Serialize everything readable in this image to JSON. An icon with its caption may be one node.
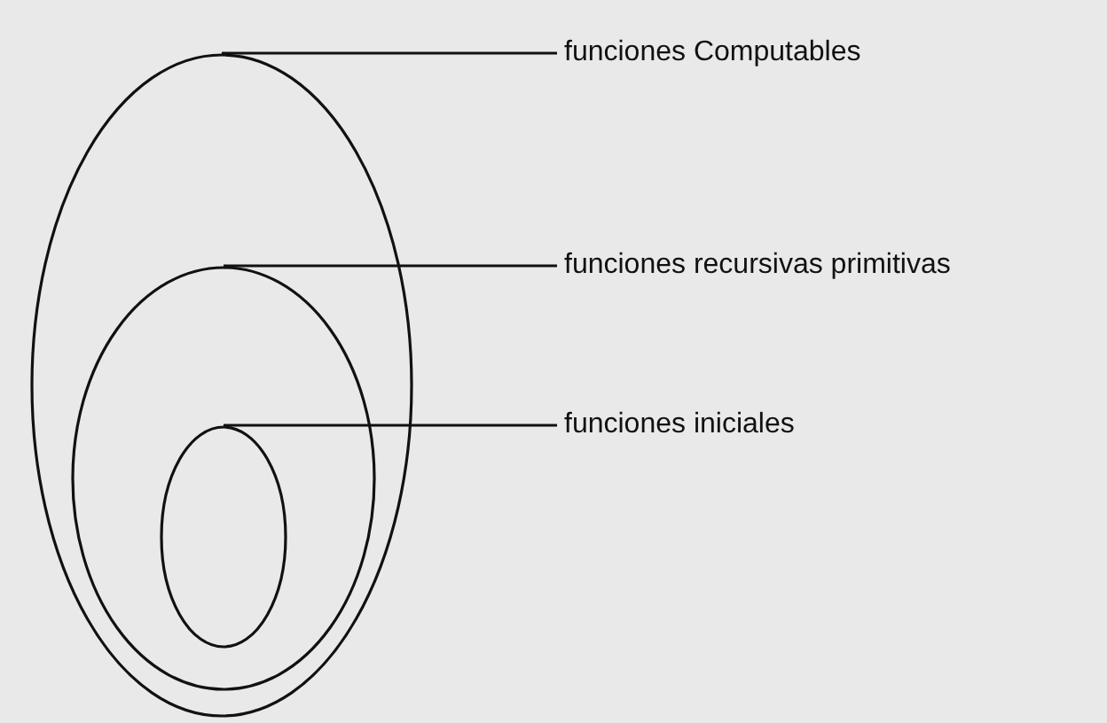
{
  "diagram": {
    "nodes": [
      {
        "text": [],
        "shape": "ellipse"
      },
      {
        "text": [],
        "shape": "ellipse",
        "in": 0
      },
      {
        "text": [],
        "shape": "ellipse",
        "in": 1
      },
      {
        "text": [
          "funciones Computables"
        ]
      },
      {
        "text": [
          "funciones recursivas primitivas"
        ]
      },
      {
        "text": [
          "funciones iniciales"
        ]
      }
    ],
    "edges": [
      {
        "from": 3,
        "to": 0,
        "arrow": "none"
      },
      {
        "from": 4,
        "to": 1,
        "arrow": "none"
      },
      {
        "from": 5,
        "to": 2,
        "arrow": "none"
      }
    ]
  }
}
